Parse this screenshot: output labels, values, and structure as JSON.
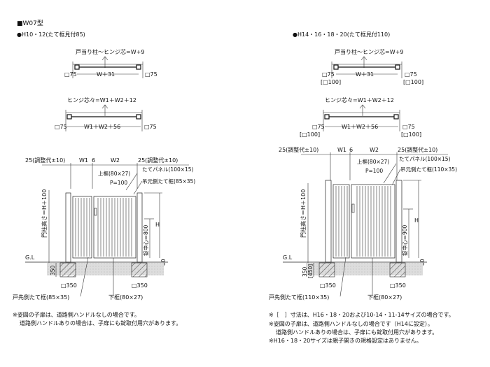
{
  "title": "■W07型",
  "left": {
    "subtitle": "●H10・12(たて框見付85)",
    "plan1": {
      "label": "戸当り柱～ヒンジ芯=W+9",
      "post_a": "□75",
      "middle": "W＋31",
      "post_b": "□75"
    },
    "plan2": {
      "label": "ヒンジ芯々=W1＋W2＋12",
      "post_a": "□75",
      "middle": "W1＋W2＋56",
      "post_b": "□75"
    },
    "elev": {
      "adj_left": "25(調整代±10)",
      "w1": "W1",
      "six": "6",
      "w2": "W2",
      "adj_right": "25(調整代±10)",
      "top_frame": "上框(80×27)",
      "pitch": "P=100",
      "panel": "たてパネル(100×15)",
      "hinge_frame": "吊元側たて框(85×35)",
      "post_height": "門柱高さ＝H＋100",
      "lock_center": "錠中心＝800",
      "h": "H",
      "eighty": "80",
      "gl": "G.L",
      "depth": "350",
      "post_size_a": "□350",
      "post_size_b": "□350",
      "latch_frame": "戸先側たて框(85×35)",
      "bottom_frame": "下框(80×27)"
    },
    "notes": [
      "※姿図の子扉は、道路側ハンドルなしの場合です。",
      "道路側ハンドルありの場合は、子扉にも錠取付用穴があります。"
    ]
  },
  "right": {
    "subtitle": "●H14・16・18・20(たて框見付110)",
    "plan1": {
      "label": "戸当り柱～ヒンジ芯=W+9",
      "post_a": "□75",
      "post_a2": "[□100]",
      "middle": "W＋31",
      "post_b": "□75",
      "post_b2": "[□100]"
    },
    "plan2": {
      "label": "ヒンジ芯々=W1＋W2＋12",
      "post_a": "□75",
      "post_a2": "[□100]",
      "middle": "W1＋W2＋56",
      "post_b": "□75",
      "post_b2": "[□100]"
    },
    "elev": {
      "adj_left": "25(調整代±10)",
      "w1": "W1",
      "six": "6",
      "w2": "W2",
      "adj_right": "25(調整代±10)",
      "top_frame": "上框(80×27)",
      "pitch": "P=100",
      "panel": "たてパネル(100×15)",
      "hinge_frame": "吊元側たて框(110×35)",
      "post_height": "門柱高さ＝H＋100",
      "lock_center": "錠中心＝900",
      "h": "H",
      "eighty": "80",
      "gl": "G.L",
      "depth": "350",
      "depth2": "[450]",
      "post_size_a": "□350",
      "post_size_b": "□350",
      "latch_frame": "戸先側たて框(110×35)",
      "bottom_frame": "下框(80×27)"
    },
    "notes": [
      "※［　］寸法は、H16・18・20および10-14・11-14サイズの場合です。",
      "※姿図の子扉は、道路側ハンドルなしの場合です（H14に設定）。",
      "道路側ハンドルありの場合は、子扉にも錠取付用穴があります。",
      "※H16・18・20サイズは親子開きの規格設定はありません。"
    ]
  }
}
